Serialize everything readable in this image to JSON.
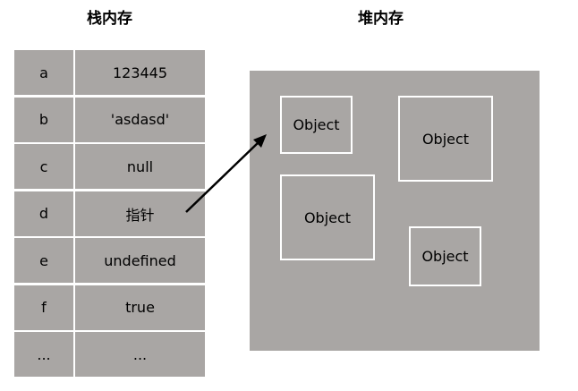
{
  "stack": {
    "title": "栈内存",
    "rows": [
      {
        "key": "a",
        "value": "123445"
      },
      {
        "key": "b",
        "value": "'asdasd'"
      },
      {
        "key": "c",
        "value": "null"
      },
      {
        "key": "d",
        "value": "指针"
      },
      {
        "key": "e",
        "value": "undefined"
      },
      {
        "key": "f",
        "value": "true"
      },
      {
        "key": "...",
        "value": "..."
      }
    ]
  },
  "heap": {
    "title": "堆内存",
    "objects": [
      {
        "label": "Object"
      },
      {
        "label": "Object"
      },
      {
        "label": "Object"
      },
      {
        "label": "Object"
      }
    ]
  },
  "colors": {
    "cell_fill": "#a9a6a4",
    "object_border": "#ffffff",
    "arrow": "#000000"
  }
}
